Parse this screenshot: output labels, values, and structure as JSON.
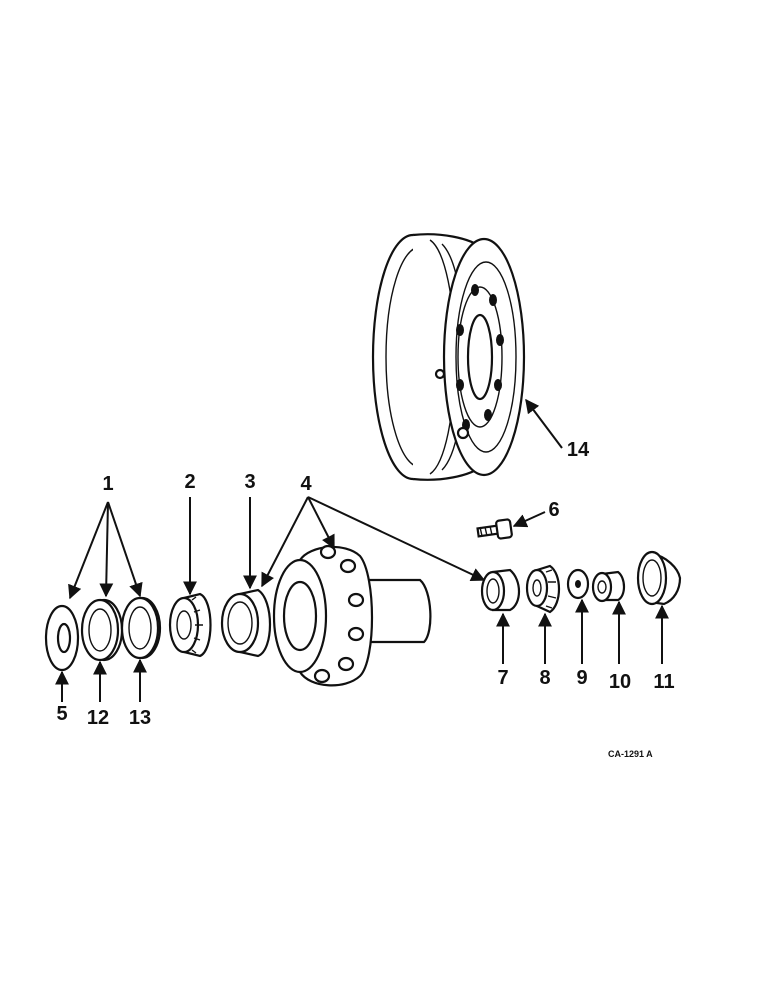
{
  "diagram": {
    "drawing_code": "CA-1291 A",
    "callouts": [
      {
        "id": "c1",
        "label": "1"
      },
      {
        "id": "c2",
        "label": "2"
      },
      {
        "id": "c3",
        "label": "3"
      },
      {
        "id": "c4",
        "label": "4"
      },
      {
        "id": "c5",
        "label": "5"
      },
      {
        "id": "c6",
        "label": "6"
      },
      {
        "id": "c7",
        "label": "7"
      },
      {
        "id": "c8",
        "label": "8"
      },
      {
        "id": "c9",
        "label": "9"
      },
      {
        "id": "c10",
        "label": "10"
      },
      {
        "id": "c11",
        "label": "11"
      },
      {
        "id": "c12",
        "label": "12"
      },
      {
        "id": "c13",
        "label": "13"
      },
      {
        "id": "c14",
        "label": "14"
      }
    ]
  }
}
